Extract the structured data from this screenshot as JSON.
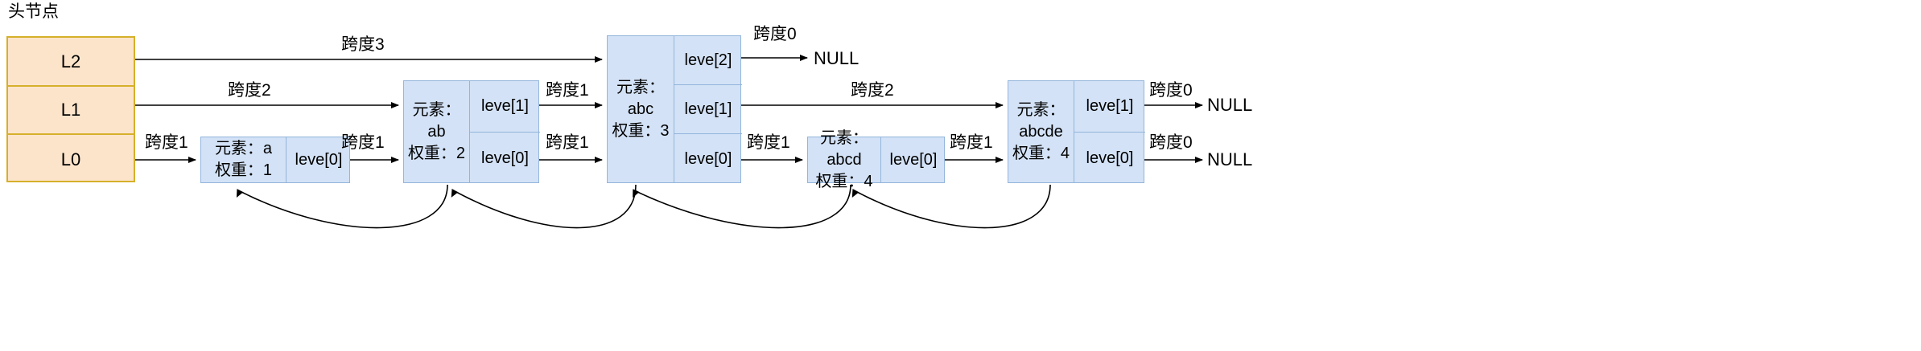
{
  "diagram": {
    "title": "头节点",
    "type": "skip-list",
    "null_label": "NULL",
    "head": {
      "name": "head-node",
      "levels": [
        "L2",
        "L1",
        "L0"
      ],
      "fill": "#FCE4CB",
      "stroke": "#D6B02B"
    },
    "node_fill": "#D3E2F6",
    "node_stroke": "#93B5DB",
    "nodes": [
      {
        "id": "node-a",
        "element_label": "元素：a",
        "score_label": "权重：1",
        "element": "a",
        "score": 1,
        "levels": [
          "leve[0]"
        ]
      },
      {
        "id": "node-ab",
        "element_label": "元素：ab",
        "score_label": "权重：2",
        "element": "ab",
        "score": 2,
        "levels": [
          "leve[1]",
          "leve[0]"
        ]
      },
      {
        "id": "node-abc",
        "element_label": "元素：abc",
        "score_label": "权重：3",
        "element": "abc",
        "score": 3,
        "levels": [
          "leve[2]",
          "leve[1]",
          "leve[0]"
        ]
      },
      {
        "id": "node-abcd",
        "element_label": "元素：abcd",
        "score_label": "权重：4",
        "element": "abcd",
        "score": 4,
        "levels": [
          "leve[0]"
        ]
      },
      {
        "id": "node-abcde",
        "element_label": "元素：",
        "element_label2": "abcde",
        "score_label": "权重：4",
        "element": "abcde",
        "score": 4,
        "levels": [
          "leve[1]",
          "leve[0]"
        ]
      }
    ],
    "spans": {
      "l2_head_to_abc": "跨度3",
      "l2_abc_to_null": "跨度0",
      "l1_head_to_ab": "跨度2",
      "l1_ab_to_abc": "跨度1",
      "l1_abc_to_abcde": "跨度2",
      "l1_abcde_to_null": "跨度0",
      "l0_head_to_a": "跨度1",
      "l0_a_to_ab": "跨度1",
      "l0_ab_to_abc": "跨度1",
      "l0_abc_to_abcd": "跨度1",
      "l0_abcd_to_abcde": "跨度1",
      "l0_abcde_to_null": "跨度0"
    },
    "nulls": {
      "l2": "NULL",
      "l1": "NULL",
      "l0": "NULL"
    }
  }
}
